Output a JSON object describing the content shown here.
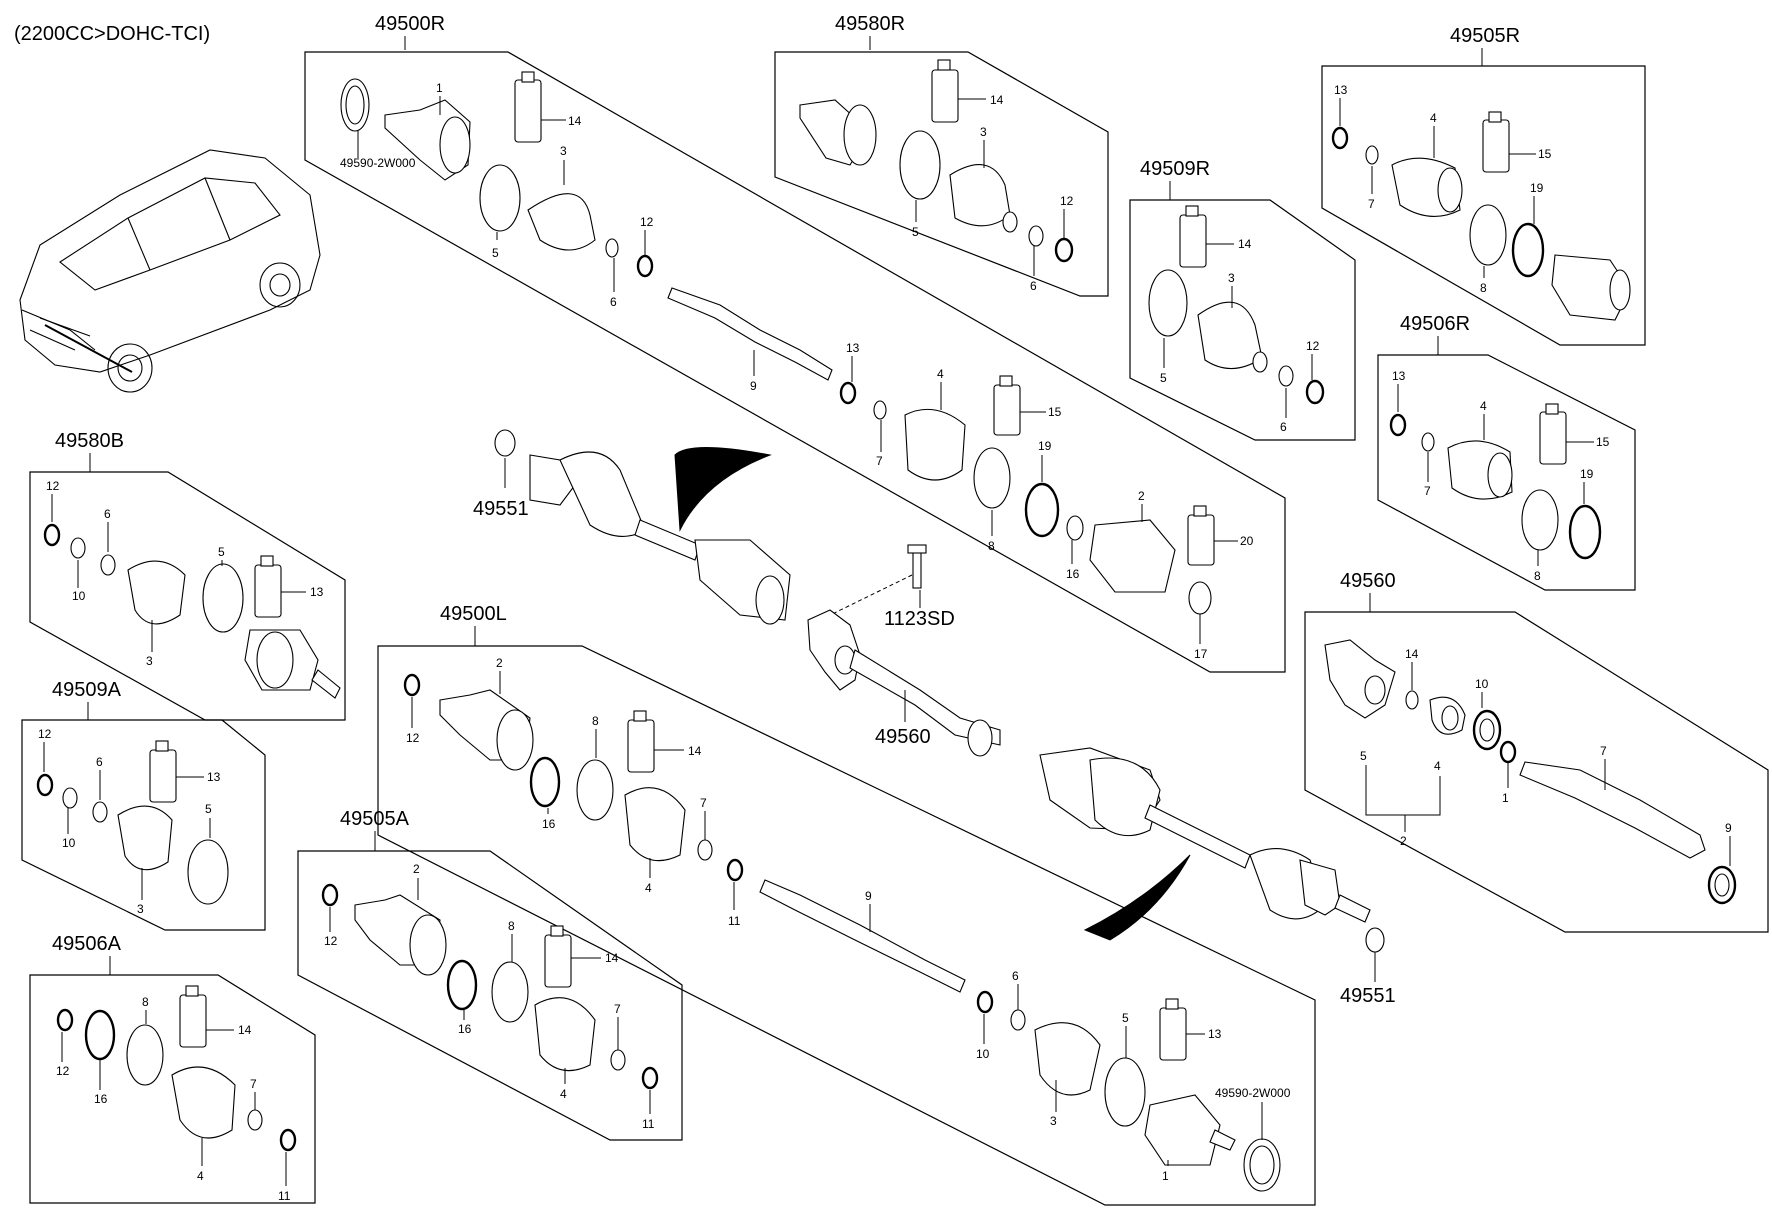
{
  "engine_note": "(2200CC>DOHC-TCI)",
  "assemblies": {
    "a49500R": "49500R",
    "a49580R": "49580R",
    "a49505R": "49505R",
    "a49509R": "49509R",
    "a49506R": "49506R",
    "a49580B": "49580B",
    "a49509A": "49509A",
    "a49506A": "49506A",
    "a49500L": "49500L",
    "a49505A": "49505A",
    "a49560": "49560"
  },
  "standalone": {
    "nut_upper": "49551",
    "nut_lower": "49551",
    "bolt": "1123SD",
    "bracket_shaft": "49560"
  },
  "part_labels": {
    "tone_ring": "49590-2W000",
    "n1": "1",
    "n2": "2",
    "n3": "3",
    "n4": "4",
    "n5": "5",
    "n6": "6",
    "n7": "7",
    "n8": "8",
    "n9": "9",
    "n10": "10",
    "n11": "11",
    "n12": "12",
    "n13": "13",
    "n14": "14",
    "n15": "15",
    "n16": "16",
    "n17": "17",
    "n19": "19",
    "n20": "20"
  }
}
